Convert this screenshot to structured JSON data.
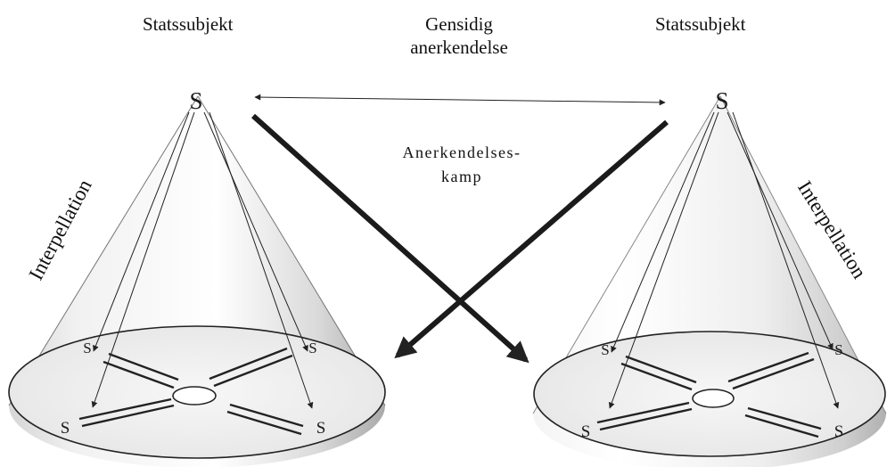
{
  "labels": {
    "state_subject_left": "Statssubjekt",
    "state_subject_right": "Statssubjekt",
    "mutual_recognition_line1": "Gensidig",
    "mutual_recognition_line2": "anerkendelse",
    "recognition_struggle_line1": "Anerkendelses-",
    "recognition_struggle_line2": "kamp",
    "interpellation_left": "Interpellation",
    "interpellation_right": "Interpellation"
  },
  "nodes": {
    "apex_left": "S",
    "apex_right": "S",
    "base_left": [
      "S",
      "S",
      "S",
      "S"
    ],
    "base_right": [
      "S",
      "S",
      "S",
      "S"
    ]
  }
}
